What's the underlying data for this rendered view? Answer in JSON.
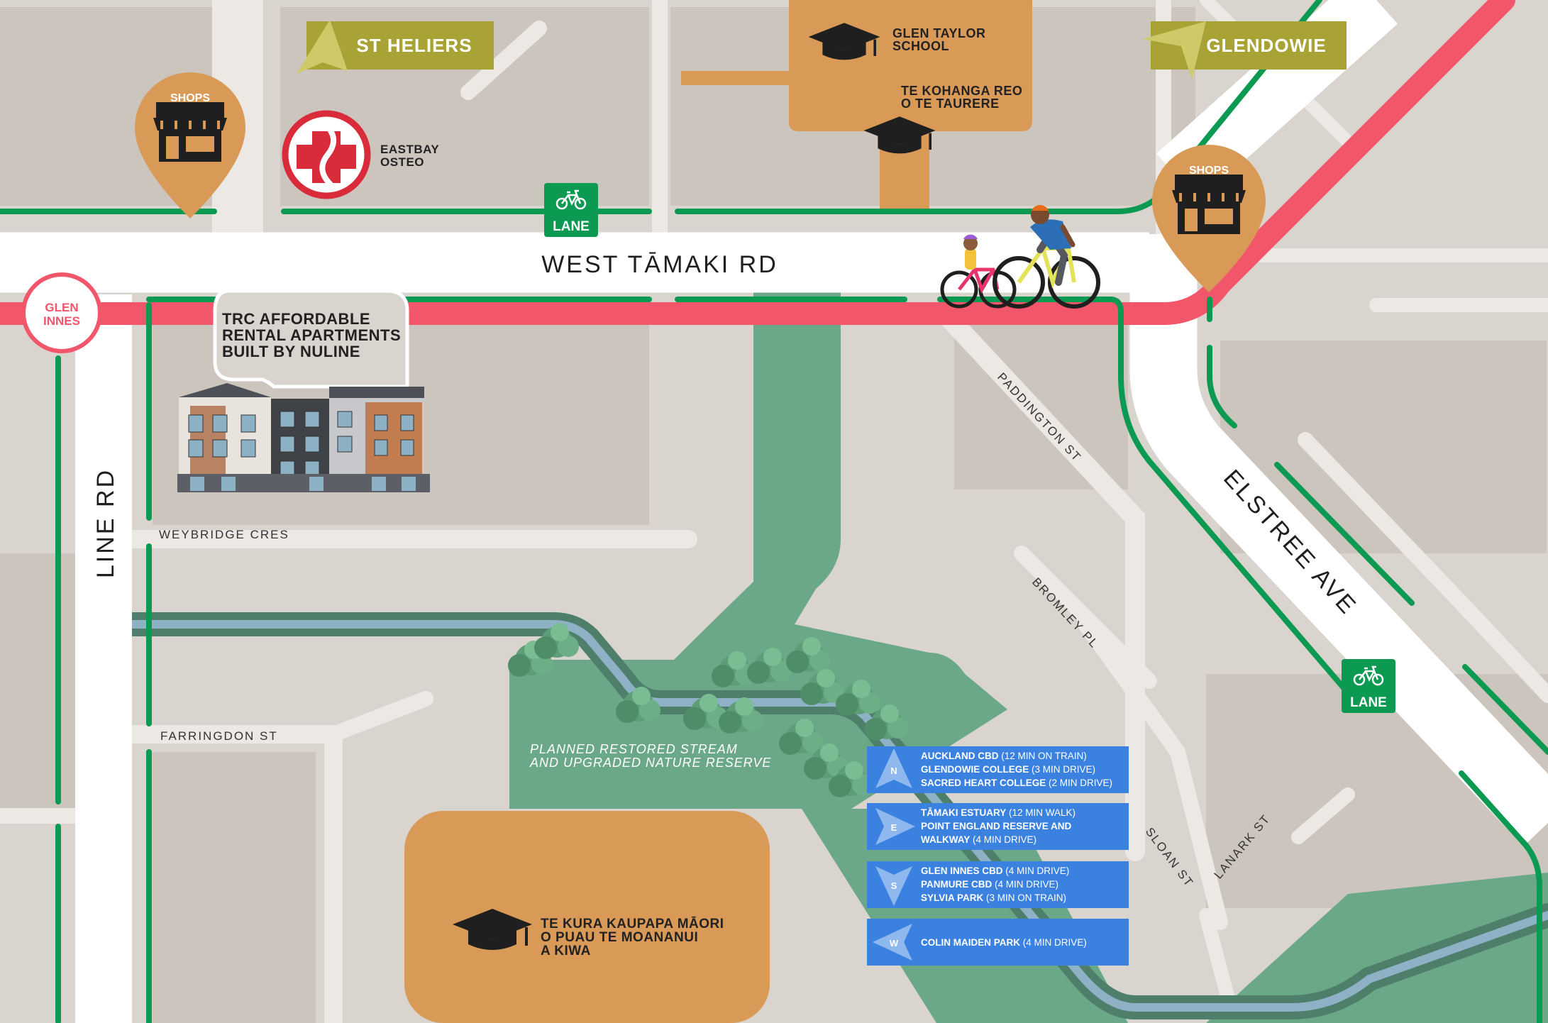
{
  "colors": {
    "land": "#d9d4ce",
    "block": "#cbc5be",
    "minor_road": "#ece9e5",
    "main_road": "#ffffff",
    "train_line": "#f2566a",
    "cycle_lane": "#0c9a52",
    "park": "#6aa887",
    "stream": "#8fb1c6",
    "school_area": "#d99a58",
    "pin": "#d99a58",
    "banner": "#a9a336",
    "info_box": "#3b82e0"
  },
  "roads": {
    "west_tamaki": "WEST TĀMAKI RD",
    "line_rd": "LINE RD",
    "elstree": "ELSTREE AVE",
    "paddington": "PADDINGTON ST",
    "bromley": "BROMLEY PL",
    "weybridge": "WEYBRIDGE CRES",
    "farringdon": "FARRINGDON ST",
    "sloan": "SLOAN ST",
    "lanark": "LANARK ST"
  },
  "banners": {
    "st_heliers": "ST HELIERS",
    "glendowie": "GLENDOWIE"
  },
  "pins": [
    {
      "label": "SHOPS",
      "icon": "shop-icon"
    },
    {
      "label": "SHOPS",
      "icon": "shop-icon"
    }
  ],
  "station": {
    "line1": "GLEN",
    "line2": "INNES"
  },
  "lane_badges": [
    {
      "label": "LANE",
      "icon": "bicycle-icon"
    },
    {
      "label": "LANE",
      "icon": "bicycle-icon"
    }
  ],
  "pois": {
    "osteo": {
      "line1": "EASTBAY",
      "line2": "OSTEO",
      "icon": "medical-cross-icon"
    },
    "glen_taylor": {
      "line1": "GLEN TAYLOR",
      "line2": "SCHOOL",
      "icon": "graduation-cap-icon"
    },
    "kohanga": {
      "line1": "TE KOHANGA REO",
      "line2": "O TE TAURERE",
      "icon": "graduation-cap-icon"
    },
    "te_kura": {
      "line1": "TE KURA KAUPAPA MĀORI",
      "line2": "O PUAU TE MOANANUI",
      "line3": "A KIWA",
      "icon": "graduation-cap-icon"
    }
  },
  "development": {
    "line1": "TRC AFFORDABLE",
    "line2": "RENTAL APARTMENTS",
    "line3": "BUILT BY NULINE"
  },
  "park_label": {
    "line1": "PLANNED RESTORED STREAM",
    "line2": "AND UPGRADED NATURE RESERVE"
  },
  "info_boxes": [
    {
      "dir": "N",
      "lines": [
        {
          "name": "AUCKLAND CBD",
          "note": "(12 MIN ON TRAIN)"
        },
        {
          "name": "GLENDOWIE COLLEGE",
          "note": "(3 MIN DRIVE)"
        },
        {
          "name": "SACRED HEART COLLEGE",
          "note": "(2 MIN DRIVE)"
        }
      ]
    },
    {
      "dir": "E",
      "lines": [
        {
          "name": "TĀMAKI ESTUARY",
          "note": "(12 MIN WALK)"
        },
        {
          "name": "POINT ENGLAND RESERVE AND",
          "note": ""
        },
        {
          "name": "WALKWAY",
          "note": "(4 MIN DRIVE)"
        }
      ]
    },
    {
      "dir": "S",
      "lines": [
        {
          "name": "GLEN INNES CBD",
          "note": "(4 MIN DRIVE)"
        },
        {
          "name": "PANMURE CBD",
          "note": "(4 MIN DRIVE)"
        },
        {
          "name": "SYLVIA PARK",
          "note": "(3 MIN ON TRAIN)"
        }
      ]
    },
    {
      "dir": "W",
      "lines": [
        {
          "name": "COLIN MAIDEN PARK",
          "note": "(4 MIN DRIVE)"
        }
      ]
    }
  ]
}
